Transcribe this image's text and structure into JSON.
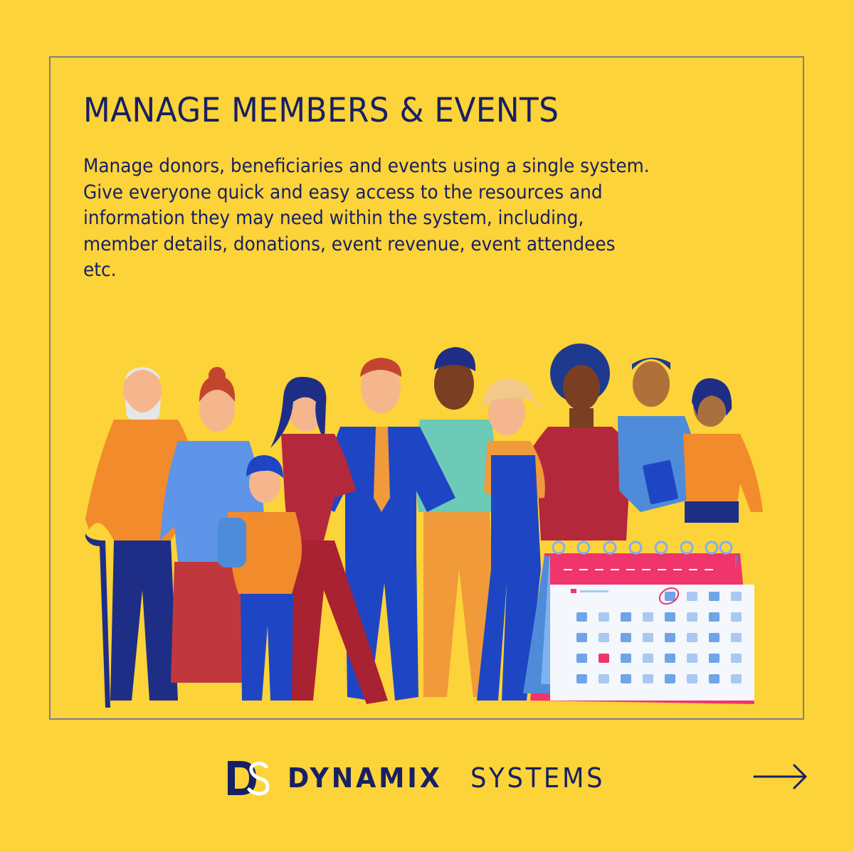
{
  "heading": "MANAGE MEMBERS & EVENTS",
  "description": [
    "Manage donors, beneficiaries and events using a single system.",
    "Give everyone quick and easy access to the resources and",
    "information they may need within the system, including,",
    "member details, donations, event revenue, event attendees",
    "etc."
  ],
  "brand": {
    "logo_letters": "DS",
    "name_bold": "DYNAMIX",
    "name_light": "SYSTEMS"
  },
  "icons": {
    "next": "arrow-right-icon",
    "illustration": "people-group-with-calendar"
  },
  "colors": {
    "background": "#FCD339",
    "text": "#172064",
    "frame": "#7C7F8C",
    "calendar_accent": "#F0346C"
  }
}
